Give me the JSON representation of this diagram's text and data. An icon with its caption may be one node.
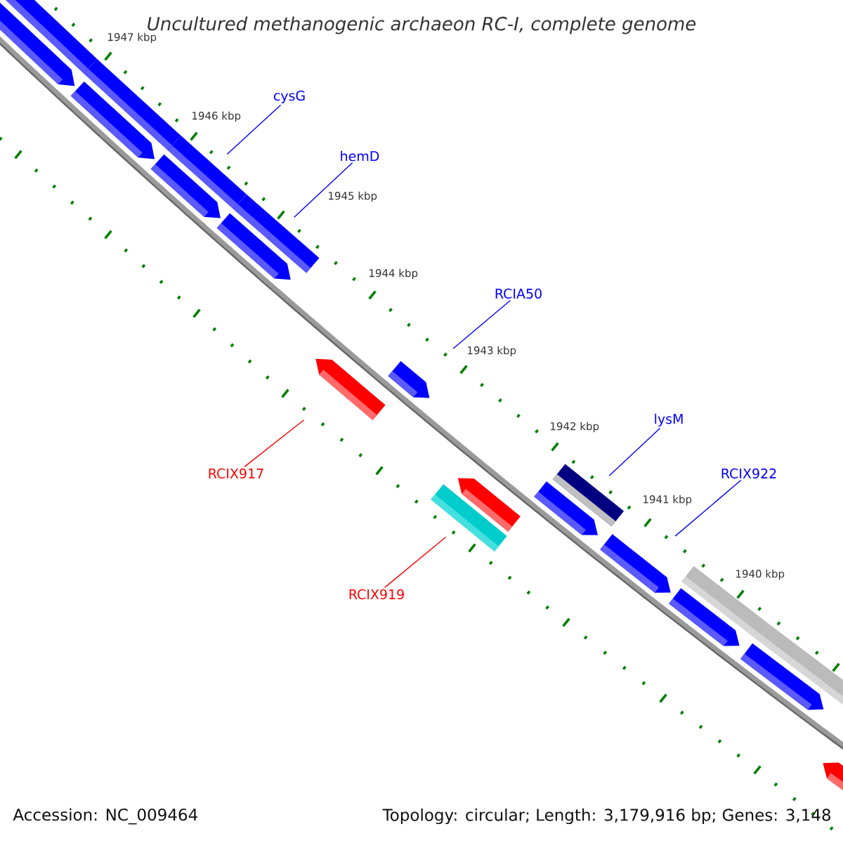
{
  "diagram": {
    "title": "Uncultured methanogenic archaeon RC-I, complete genome",
    "nodes": [
      {
        "text": [],
        "shape": "bar"
      },
      {
        "text": [],
        "shape": "pentagon"
      },
      {
        "text": [],
        "shape": "bar"
      },
      {
        "text": [],
        "shape": "pentagon"
      },
      {
        "text": [
          "cysG"
        ]
      },
      {
        "text": [],
        "shape": "bar"
      },
      {
        "text": [],
        "shape": "pentagon"
      },
      {
        "text": [
          "hemD"
        ]
      },
      {
        "text": [],
        "shape": "bar"
      },
      {
        "text": [],
        "shape": "pentagon"
      },
      {
        "text": [],
        "shape": "pentagon"
      },
      {
        "text": [
          "RCIA50"
        ]
      },
      {
        "text": [],
        "shape": "pentagon"
      },
      {
        "text": [
          "RCIX917"
        ]
      },
      {
        "text": [
          "lysM"
        ]
      },
      {
        "text": [],
        "shape": "bar"
      },
      {
        "text": [],
        "shape": "pentagon"
      },
      {
        "text": [],
        "shape": "bar"
      },
      {
        "text": [],
        "shape": "pentagon"
      },
      {
        "text": [
          "RCIX922"
        ]
      },
      {
        "text": [
          "RCIX919"
        ]
      },
      {
        "text": [],
        "shape": "pentagon"
      },
      {
        "text": [],
        "shape": "bar"
      },
      {
        "text": [],
        "shape": "pentagon"
      },
      {
        "text": [],
        "shape": "bar"
      },
      {
        "text": [],
        "shape": "pentagon"
      },
      {
        "text": [],
        "shape": "pentagon"
      }
    ],
    "edges": [
      {
        "from": 4,
        "to": 5,
        "arrow": "none"
      },
      {
        "from": 7,
        "to": 8,
        "arrow": "none"
      },
      {
        "from": 11,
        "to": 12,
        "arrow": "none"
      },
      {
        "from": 13,
        "to": 10,
        "arrow": "none",
        "color": "#ff0000"
      },
      {
        "from": 14,
        "to": 15,
        "arrow": "none"
      },
      {
        "from": 19,
        "to": 21,
        "arrow": "none"
      },
      {
        "from": 20,
        "to": 17,
        "arrow": "none",
        "color": "#ff0000"
      }
    ],
    "labels": [
      "1947 kbp",
      "1946 kbp",
      "1945 kbp",
      "1944 kbp",
      "1943 kbp",
      "1942 kbp",
      "1941 kbp",
      "1940 kbp",
      "Accession: NC_009464",
      "Topology: circular; Length: 3,179,916 bp; Genes: 3,148"
    ]
  }
}
